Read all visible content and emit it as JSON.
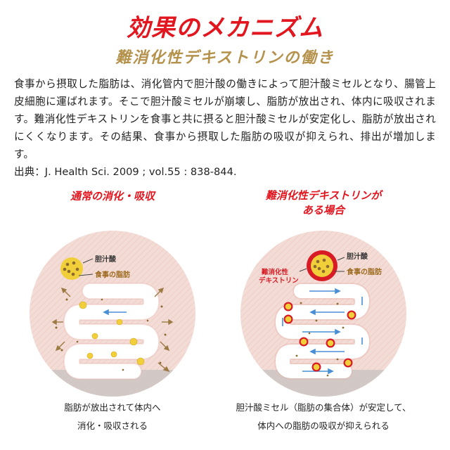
{
  "title": "効果のメカニズム",
  "subtitle": "難消化性デキストリンの働き",
  "body": "食事から摂取した脂肪は、消化管内で胆汁酸の働きによって胆汁酸ミセルとなり、腸管上皮細胞に運ばれます。そこで胆汁酸ミセルが崩壊し、脂肪が放出され、体内に吸収されます。難消化性デキストリンを食事と共に摂ると胆汁酸ミセルが安定化し、脂肪が放出されにくくなります。その結果、食事から摂取した脂肪の吸収が抑えられ、排出が増加します。",
  "source": "出典：J. Health Sci. 2009 ; vol.55 : 838-844.",
  "left": {
    "heading": "通常の消化・吸収",
    "label_bile": "胆汁酸",
    "label_fat": "食事の脂肪",
    "caption_1": "脂肪が放出されて体内へ",
    "caption_2": "消化・吸収される"
  },
  "right": {
    "heading_1": "難消化性デキストリンが",
    "heading_2": "ある場合",
    "label_bile": "胆汁酸",
    "label_fat": "食事の脂肪",
    "label_dextrin_1": "難消化性",
    "label_dextrin_2": "デキストリン",
    "caption_1": "胆汁酸ミセル（脂肪の集合体）が安定して、",
    "caption_2": "体内への脂肪の吸収が抑えられる"
  },
  "colors": {
    "title": "#e2161f",
    "subtitle": "#b5924c",
    "circle_bg": "#f4dcd6",
    "micelle_yellow": "#f0cf3a",
    "dextrin_red": "#d81c26",
    "arrow_blue": "#4a8fd6",
    "arrow_brown": "#9c7a44"
  }
}
